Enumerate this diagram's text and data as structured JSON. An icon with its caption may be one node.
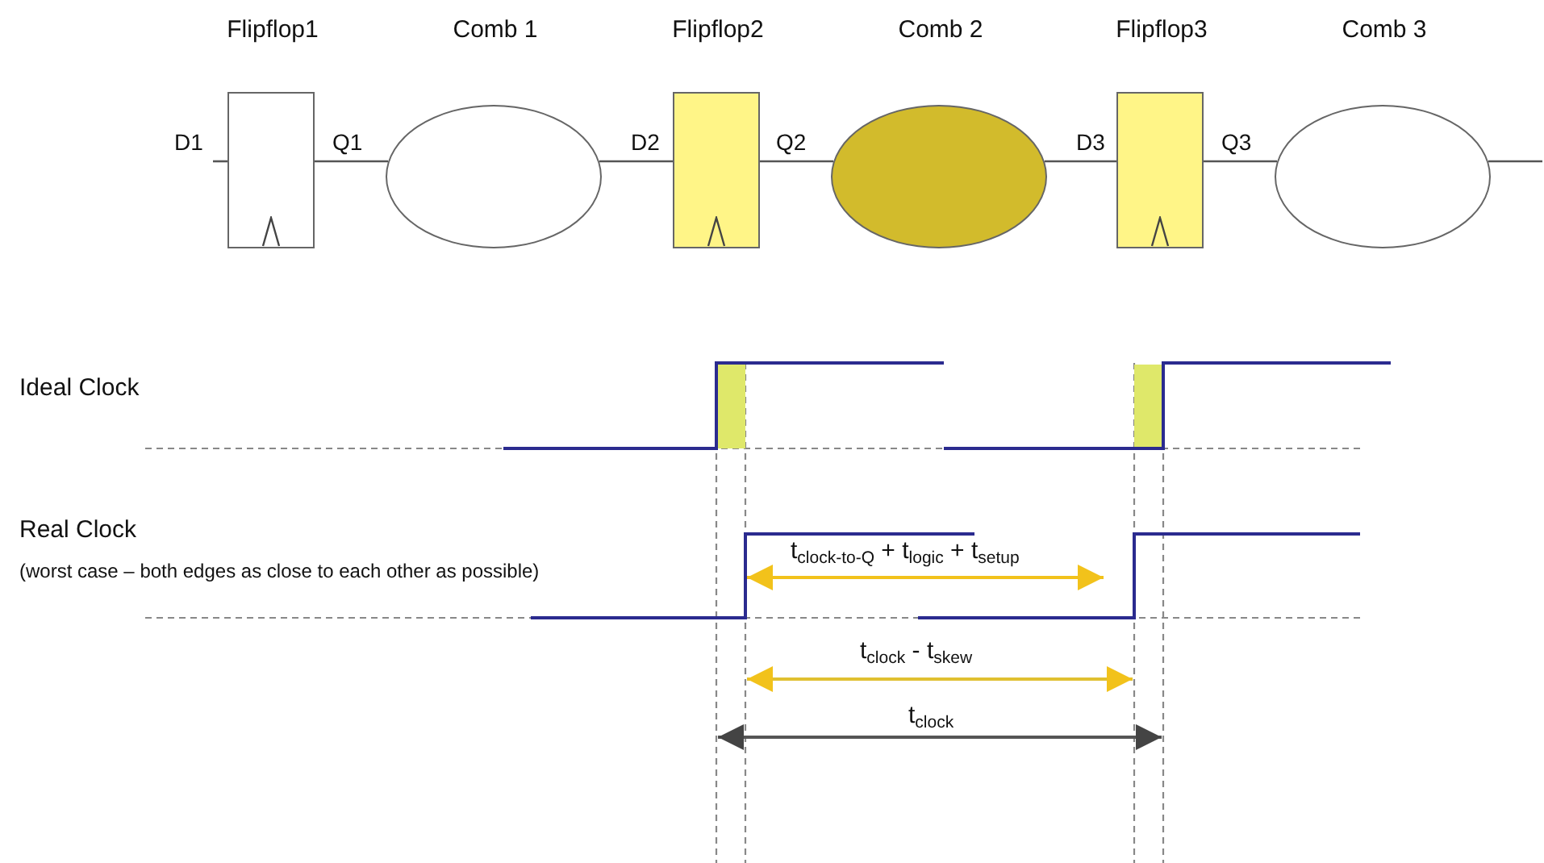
{
  "diagram": {
    "nodes": [
      {
        "text": [
          "Flipflop1"
        ]
      },
      {
        "text": [
          "Comb 1"
        ]
      },
      {
        "text": [
          "Flipflop2"
        ]
      },
      {
        "text": [
          "Comb 2"
        ]
      },
      {
        "text": [
          "Flipflop3"
        ]
      },
      {
        "text": [
          "Comb 3"
        ]
      }
    ],
    "edges": [
      {
        "from": null,
        "to": 0,
        "arrow": "none"
      },
      {
        "from": 0,
        "to": 1,
        "arrow": "none"
      },
      {
        "from": 1,
        "to": 2,
        "arrow": "none"
      },
      {
        "from": 2,
        "to": 3,
        "arrow": "none"
      },
      {
        "from": 3,
        "to": 4,
        "arrow": "none"
      },
      {
        "from": 4,
        "to": 5,
        "arrow": "none"
      },
      {
        "from": 5,
        "to": null,
        "arrow": "none"
      }
    ],
    "labels": [
      "D1",
      "Q1",
      "D2",
      "Q2",
      "D3",
      "Q3",
      "Ideal Clock",
      "Real Clock",
      "(worst case – both edges as close to each other as possible)",
      "t$_{clock-to-Q}$ + t$_{logic}$ + t$_{setup}$",
      "t$_{clock}$ - t$_{skew}$",
      "t$_{clock}$"
    ]
  }
}
